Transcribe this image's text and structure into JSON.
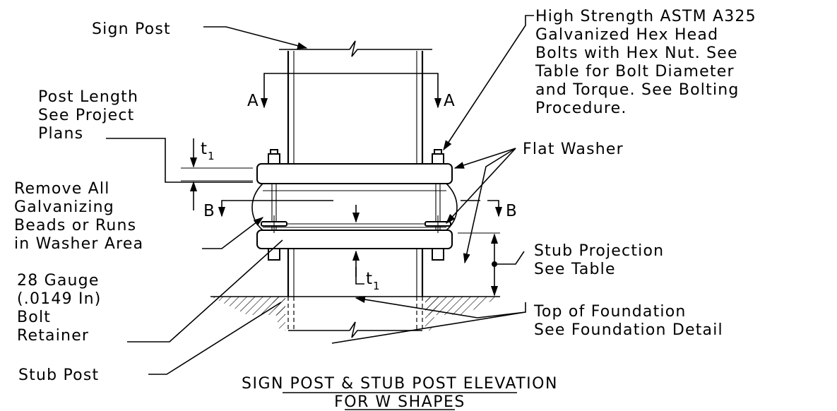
{
  "labels": {
    "sign_post": "Sign Post",
    "bolts": [
      "High Strength ASTM A325",
      "Galvanized Hex Head",
      "Bolts with Hex Nut. See",
      "Table for Bolt Diameter",
      "and Torque. See Bolting",
      "Procedure."
    ],
    "post_length": [
      "Post Length",
      "See Project",
      "Plans"
    ],
    "flat_washer": "Flat Washer",
    "remove_galv": [
      "Remove All",
      "Galvanizing",
      "Beads or Runs",
      "in Washer Area"
    ],
    "stub_projection": [
      "Stub Projection",
      "See Table"
    ],
    "gauge": [
      "28 Gauge",
      "(.0149 In)",
      "Bolt",
      "Retainer"
    ],
    "top_foundation": [
      "Top of Foundation",
      "See Foundation Detail"
    ],
    "stub_post": "Stub Post",
    "section_a": "A",
    "section_b": "B",
    "t_symbol": "t",
    "t_subscript": "1"
  },
  "title": [
    "SIGN POST & STUB POST ELEVATION",
    "FOR W SHAPES"
  ]
}
